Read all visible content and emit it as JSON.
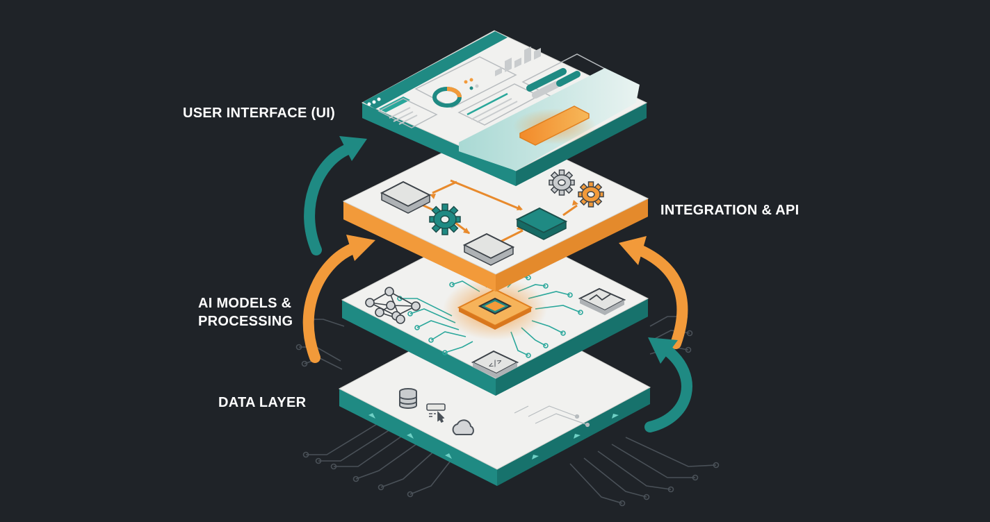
{
  "labels": {
    "ui": "USER INTERFACE (UI)",
    "integration": "INTEGRATION & API",
    "ai_line1": "AI MODELS &",
    "ai_line2": "PROCESSING",
    "data": "DATA LAYER"
  },
  "icons": {
    "ui_layer": [
      "browser-window-icon",
      "donut-chart-icon",
      "bar-chart-icon",
      "toggle-icon",
      "button-icon"
    ],
    "integration_layer": [
      "node-box-icon",
      "gear-icon",
      "node-box-icon",
      "node-box-icon",
      "gear-icon",
      "gear-icon"
    ],
    "ai_layer": [
      "neural-network-icon",
      "processor-chip-icon",
      "graph-icon",
      "code-icon"
    ],
    "data_layer": [
      "database-icon",
      "data-entry-icon",
      "cloud-icon"
    ]
  },
  "colors": {
    "background": "#1f2328",
    "teal": "#1f8a83",
    "orange": "#f29a3a",
    "panel": "#f1f1ef",
    "label": "#ffffff"
  }
}
